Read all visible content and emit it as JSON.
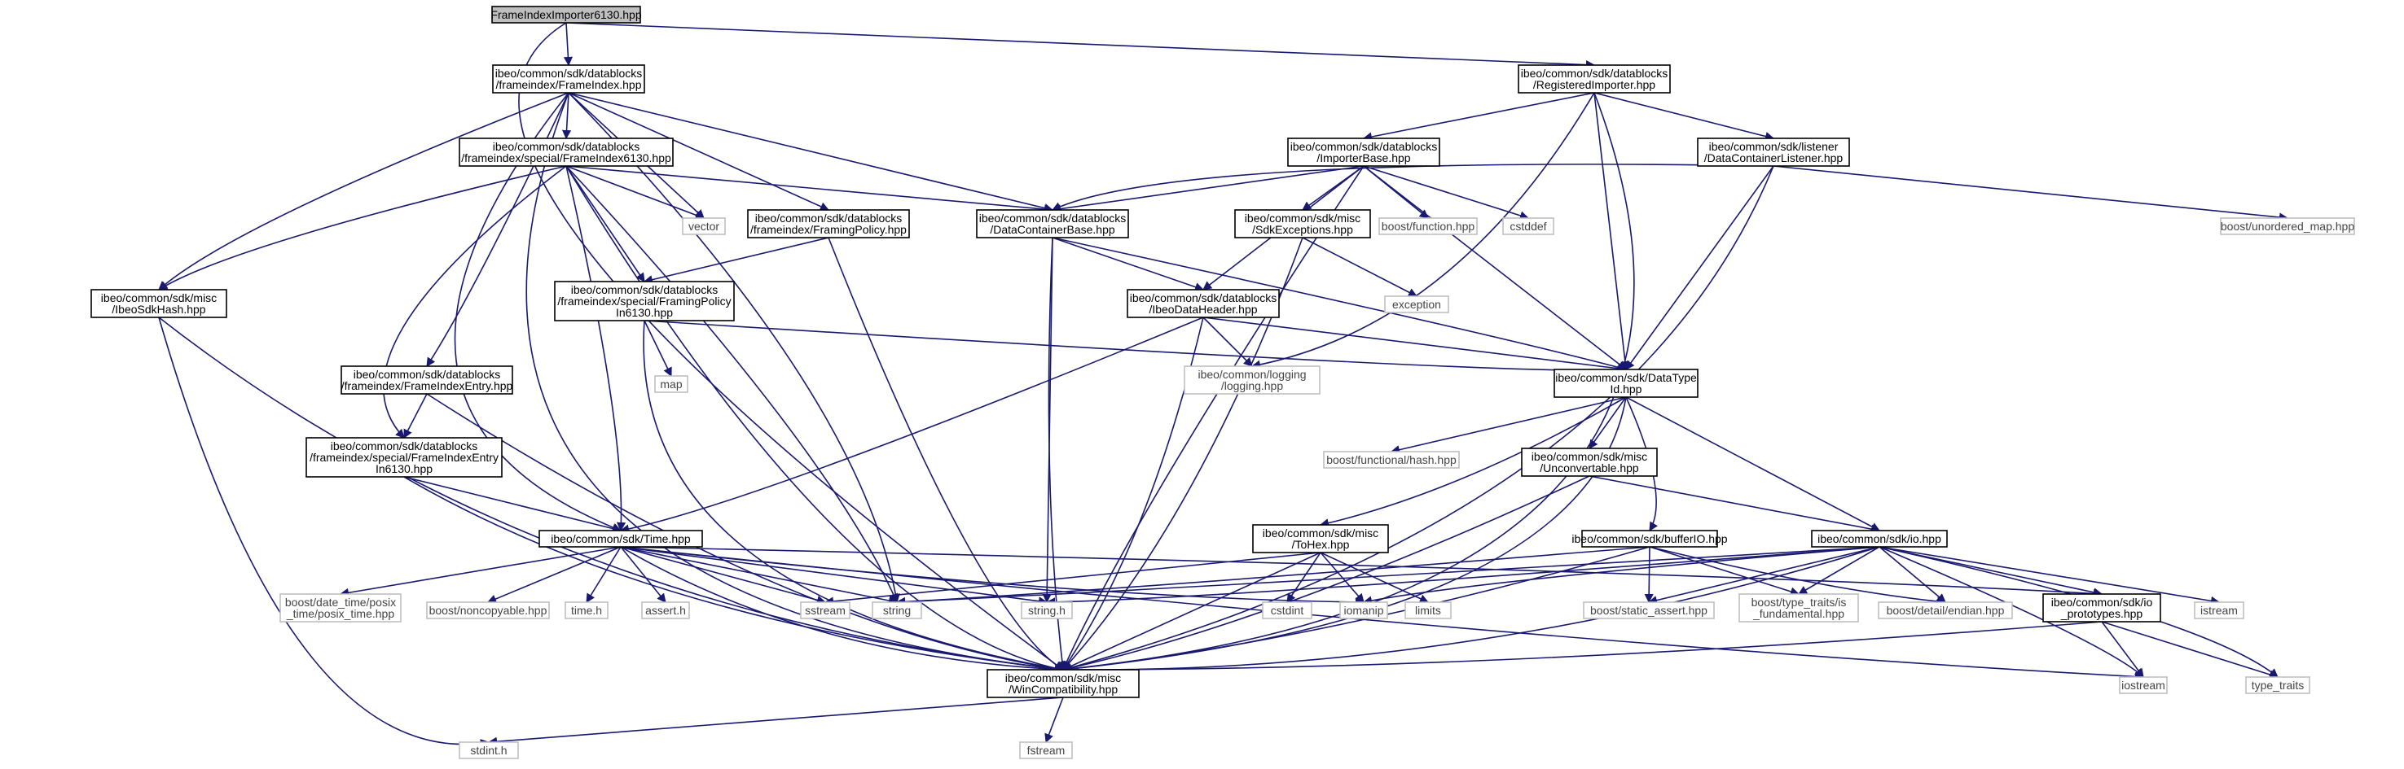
{
  "diagram": {
    "colors": {
      "edge": "#191970",
      "header_fill": "#bfbfbf",
      "project_border": "#000000",
      "external_border": "#bfbfbf",
      "project_text": "#000000",
      "external_text": "#444444"
    },
    "nodes": [
      {
        "id": "root",
        "lines": [
          "FrameIndexImporter6130.hpp"
        ]
      },
      {
        "id": "frameindex",
        "lines": [
          "ibeo/common/sdk/datablocks",
          "/frameindex/FrameIndex.hpp"
        ]
      },
      {
        "id": "regimporter",
        "lines": [
          "ibeo/common/sdk/datablocks",
          "/RegisteredImporter.hpp"
        ]
      },
      {
        "id": "fi6130",
        "lines": [
          "ibeo/common/sdk/datablocks",
          "/frameindex/special/FrameIndex6130.hpp"
        ]
      },
      {
        "id": "importerbase",
        "lines": [
          "ibeo/common/sdk/datablocks",
          "/ImporterBase.hpp"
        ]
      },
      {
        "id": "dclistener",
        "lines": [
          "ibeo/common/sdk/listener",
          "/DataContainerListener.hpp"
        ]
      },
      {
        "id": "vector",
        "lines": [
          "vector"
        ]
      },
      {
        "id": "framingpolicy",
        "lines": [
          "ibeo/common/sdk/datablocks",
          "/frameindex/FramingPolicy.hpp"
        ]
      },
      {
        "id": "dcbase",
        "lines": [
          "ibeo/common/sdk/datablocks",
          "/DataContainerBase.hpp"
        ]
      },
      {
        "id": "sdkexceptions",
        "lines": [
          "ibeo/common/sdk/misc",
          "/SdkExceptions.hpp"
        ]
      },
      {
        "id": "boostfunction",
        "lines": [
          "boost/function.hpp"
        ]
      },
      {
        "id": "cstddef",
        "lines": [
          "cstddef"
        ]
      },
      {
        "id": "unorderedmap",
        "lines": [
          "boost/unordered_map.hpp"
        ]
      },
      {
        "id": "sdkhash",
        "lines": [
          "ibeo/common/sdk/misc",
          "/IbeoSdkHash.hpp"
        ]
      },
      {
        "id": "fp6130",
        "lines": [
          "ibeo/common/sdk/datablocks",
          "/frameindex/special/FramingPolicy",
          "In6130.hpp"
        ]
      },
      {
        "id": "dataheader",
        "lines": [
          "ibeo/common/sdk/datablocks",
          "/IbeoDataHeader.hpp"
        ]
      },
      {
        "id": "exception",
        "lines": [
          "exception"
        ]
      },
      {
        "id": "map",
        "lines": [
          "map"
        ]
      },
      {
        "id": "fientry",
        "lines": [
          "ibeo/common/sdk/datablocks",
          "/frameindex/FrameIndexEntry.hpp"
        ]
      },
      {
        "id": "logging",
        "lines": [
          "ibeo/common/logging",
          "/logging.hpp"
        ]
      },
      {
        "id": "datatypeid",
        "lines": [
          "ibeo/common/sdk/DataType",
          "Id.hpp"
        ]
      },
      {
        "id": "fie6130",
        "lines": [
          "ibeo/common/sdk/datablocks",
          "/frameindex/special/FrameIndexEntry",
          "In6130.hpp"
        ]
      },
      {
        "id": "functionalhash",
        "lines": [
          "boost/functional/hash.hpp"
        ]
      },
      {
        "id": "unconvertable",
        "lines": [
          "ibeo/common/sdk/misc",
          "/Unconvertable.hpp"
        ]
      },
      {
        "id": "time",
        "lines": [
          "ibeo/common/sdk/Time.hpp"
        ]
      },
      {
        "id": "tohex",
        "lines": [
          "ibeo/common/sdk/misc",
          "/ToHex.hpp"
        ]
      },
      {
        "id": "bufferio",
        "lines": [
          "ibeo/common/sdk/bufferIO.hpp"
        ]
      },
      {
        "id": "io",
        "lines": [
          "ibeo/common/sdk/io.hpp"
        ]
      },
      {
        "id": "posixtime",
        "lines": [
          "boost/date_time/posix",
          "_time/posix_time.hpp"
        ]
      },
      {
        "id": "noncopyable",
        "lines": [
          "boost/noncopyable.hpp"
        ]
      },
      {
        "id": "timeh",
        "lines": [
          "time.h"
        ]
      },
      {
        "id": "asserth",
        "lines": [
          "assert.h"
        ]
      },
      {
        "id": "sstream",
        "lines": [
          "sstream"
        ]
      },
      {
        "id": "string",
        "lines": [
          "string"
        ]
      },
      {
        "id": "stringh",
        "lines": [
          "string.h"
        ]
      },
      {
        "id": "cstdint",
        "lines": [
          "cstdint"
        ]
      },
      {
        "id": "iomanip",
        "lines": [
          "iomanip"
        ]
      },
      {
        "id": "limits",
        "lines": [
          "limits"
        ]
      },
      {
        "id": "staticassert",
        "lines": [
          "boost/static_assert.hpp"
        ]
      },
      {
        "id": "isfundamental",
        "lines": [
          "boost/type_traits/is",
          "_fundamental.hpp"
        ]
      },
      {
        "id": "endian",
        "lines": [
          "boost/detail/endian.hpp"
        ]
      },
      {
        "id": "ioprototypes",
        "lines": [
          "ibeo/common/sdk/io",
          "_prototypes.hpp"
        ]
      },
      {
        "id": "istream",
        "lines": [
          "istream"
        ]
      },
      {
        "id": "wincompat",
        "lines": [
          "ibeo/common/sdk/misc",
          "/WinCompatibility.hpp"
        ]
      },
      {
        "id": "iostream",
        "lines": [
          "iostream"
        ]
      },
      {
        "id": "typetraits",
        "lines": [
          "type_traits"
        ]
      },
      {
        "id": "stdinth",
        "lines": [
          "stdint.h"
        ]
      },
      {
        "id": "fstream",
        "lines": [
          "fstream"
        ]
      }
    ]
  }
}
